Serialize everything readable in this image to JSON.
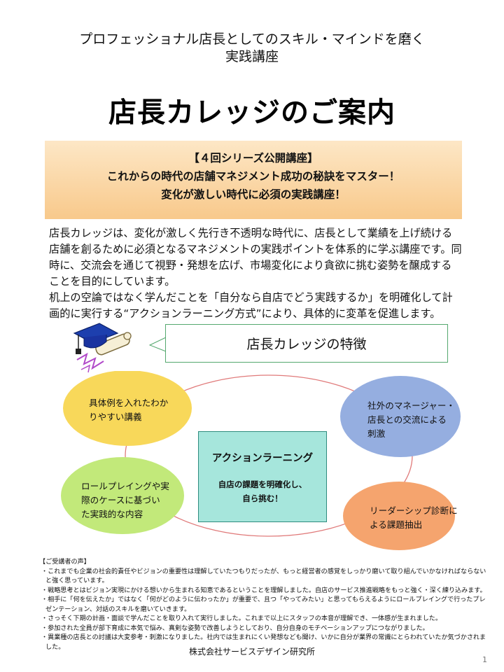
{
  "header": {
    "subtitle_line1": "プロフェッショナル店長としてのスキル・マインドを磨く",
    "subtitle_line2": "実践講座",
    "title": "店長カレッジのご案内"
  },
  "banner": {
    "line1": "【４回シリーズ公開講座】",
    "line2": "これからの時代の店舗マネジメント成功の秘訣をマスター！",
    "line3": "変化が激しい時代に必須の実践講座！"
  },
  "intro": {
    "para1": "店長カレッジは、変化が激しく先行き不透明な時代に、店長として業績を上げ続ける店舗を創るために必須となるマネジメントの実践ポイントを体系的に学ぶ講座です。同時に、交流会を通じて視野・発想を広げ、市場変化により貪欲に挑む姿勢を醸成することを目的にしています。",
    "para2": "机上の空論ではなく学んだことを「自分なら自店でどう実践するか」を明確化して計画的に実行する“アクションラーニング方式”により、具体的に変革を促進します。"
  },
  "features": {
    "heading": "店長カレッジの特徴",
    "node1_line1": "具体例を入れたわか",
    "node1_line2": "りやすい講義",
    "node2_line1": "社外のマネージャー・",
    "node2_line2": "店長との交流による",
    "node2_line3": "刺激",
    "node3_line1": "ロールプレイングや実",
    "node3_line2": "際のケースに基づい",
    "node3_line3": "た実践的な内容",
    "node4_line1": "リーダーシップ診断に",
    "node4_line2": "よる課題抽出",
    "center_title": "アクションラーニング",
    "center_desc_line1": "自店の課題を明確化し、",
    "center_desc_line2": "自ら挑む！",
    "colors": {
      "yellow": "#f8d85a",
      "blue": "#95aee0",
      "green": "#c2e97a",
      "orange": "#f5a46e",
      "teal": "#a6e6dc"
    }
  },
  "voices": {
    "heading": "【ご受講者の声】",
    "items": [
      "・これまでも企業の社会的責任やビジョンの重要性は理解していたつもりだったが、もっと経営者の感覚をしっかり磨いて取り組んでいかなければならないと強く思っています。",
      "・戦略思考とはビジョン実現にかける想いから生まれる知恵であるということを理解しました。自店のサービス推進戦略をもっと強く・深く練り込みます。",
      "・相手に「何を伝えたか」ではなく「何がどのように伝わったか」が重要で、且つ「やってみたい」と思ってもらえるようにロールプレイングで行ったプレゼンテーション、対話のスキルを磨いていきます。",
      "・さっそく下期の計画・面談で学んだことを取り入れて実行しました。これまで以上にスタッフの本音が理解でき、一体感が生まれました。",
      "・参加された全員が部下育成に本気で悩み、真剣な姿勢で改善しようとしており、自分自身のモチベーションアップにつながりました。",
      "・異業種の店長との討議は大変参考・刺激になりました。社内では生まれにくい発想なども聞け、いかに自分が業界の常識にとらわれていたか気づかされました。"
    ]
  },
  "footer": {
    "company": "株式会社サービスデザイン研究所",
    "page": "1"
  }
}
